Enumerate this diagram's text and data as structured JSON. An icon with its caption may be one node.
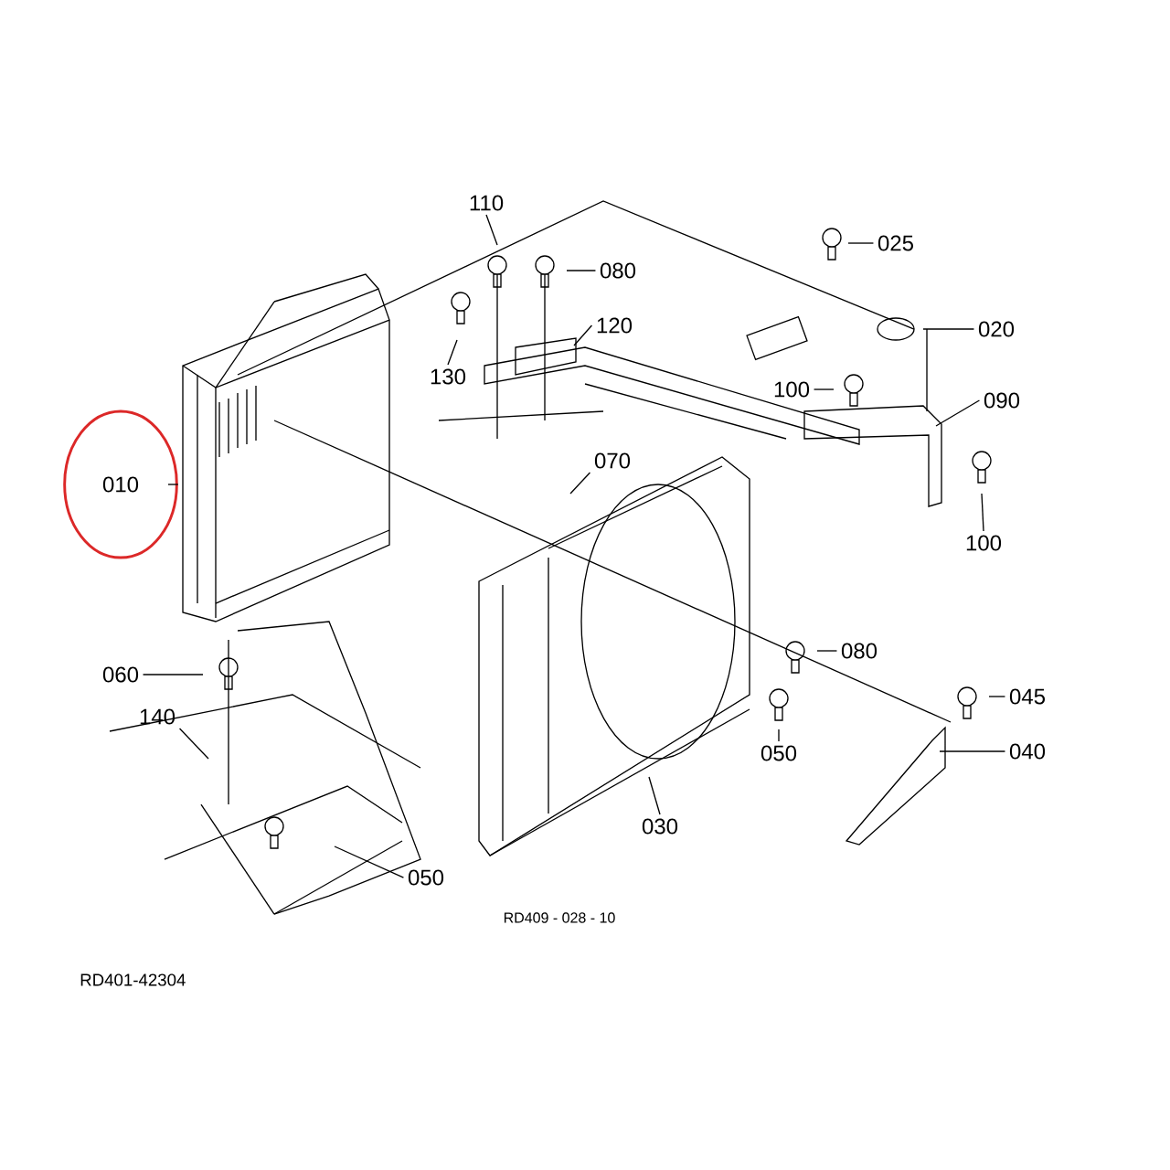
{
  "diagram": {
    "caption": "RD401-42304",
    "nodes": [
      {
        "text": [
          "010"
        ]
      },
      {
        "text": [
          "110"
        ]
      },
      {
        "text": [
          "080"
        ]
      },
      {
        "text": [
          "025"
        ]
      },
      {
        "text": [
          "020"
        ]
      },
      {
        "text": [
          "130"
        ]
      },
      {
        "text": [
          "120"
        ]
      },
      {
        "text": [
          "100"
        ]
      },
      {
        "text": [
          "090"
        ]
      },
      {
        "text": [
          "100"
        ]
      },
      {
        "text": [
          "070"
        ]
      },
      {
        "text": [
          "080"
        ]
      },
      {
        "text": [
          "060"
        ]
      },
      {
        "text": [
          "140"
        ]
      },
      {
        "text": [
          "045"
        ]
      },
      {
        "text": [
          "050"
        ]
      },
      {
        "text": [
          "040"
        ]
      },
      {
        "text": [
          "030"
        ]
      },
      {
        "text": [
          "050"
        ]
      }
    ],
    "edges": [
      {
        "from": 0,
        "to": null,
        "arrow": "none"
      },
      {
        "from": 1,
        "to": null,
        "arrow": "none"
      },
      {
        "from": 2,
        "to": null,
        "arrow": "none"
      },
      {
        "from": 3,
        "to": null,
        "arrow": "none"
      },
      {
        "from": 4,
        "to": null,
        "arrow": "none"
      },
      {
        "from": 5,
        "to": null,
        "arrow": "none"
      },
      {
        "from": 6,
        "to": null,
        "arrow": "none"
      },
      {
        "from": 7,
        "to": null,
        "arrow": "none"
      },
      {
        "from": 8,
        "to": null,
        "arrow": "none"
      },
      {
        "from": 9,
        "to": null,
        "arrow": "none"
      },
      {
        "from": 10,
        "to": null,
        "arrow": "none"
      },
      {
        "from": 11,
        "to": null,
        "arrow": "none"
      },
      {
        "from": 12,
        "to": null,
        "arrow": "none"
      },
      {
        "from": 13,
        "to": null,
        "arrow": "none"
      },
      {
        "from": 14,
        "to": null,
        "arrow": "none"
      },
      {
        "from": 15,
        "to": null,
        "arrow": "none"
      },
      {
        "from": 16,
        "to": null,
        "arrow": "none"
      },
      {
        "from": 17,
        "to": null,
        "arrow": "none"
      },
      {
        "from": 18,
        "to": null,
        "arrow": "none"
      }
    ],
    "labels": [
      "RD409 - 028 - 10"
    ]
  }
}
